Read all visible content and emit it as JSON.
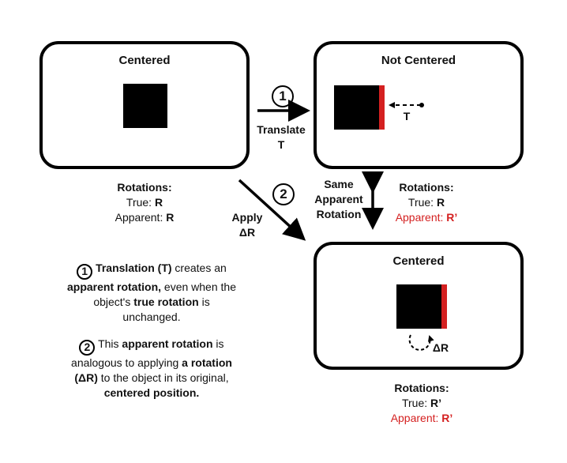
{
  "panels": {
    "top_left": {
      "title": "Centered"
    },
    "top_right": {
      "title": "Not Centered",
      "offset_label": "T"
    },
    "bottom_right": {
      "title": "Centered",
      "rotation_label": "ΔR"
    }
  },
  "captions": {
    "top_left": {
      "heading": "Rotations:",
      "true_prefix": "True: ",
      "true_value": "R",
      "apparent_prefix": "Apparent: ",
      "apparent_value": "R"
    },
    "top_right": {
      "heading": "Rotations:",
      "true_prefix": "True: ",
      "true_value": "R",
      "apparent_prefix": "Apparent: ",
      "apparent_value": "R’"
    },
    "bottom_right": {
      "heading": "Rotations:",
      "true_prefix": "True: ",
      "true_value": "R’",
      "apparent_prefix": "Apparent: ",
      "apparent_value": "R’"
    }
  },
  "arrows": {
    "translate": {
      "step": "1",
      "line1": "Translate",
      "line2": "T"
    },
    "apply": {
      "step": "2",
      "line1": "Apply",
      "line2": "ΔR"
    },
    "same": {
      "line1": "Same",
      "line2": "Apparent",
      "line3": "Rotation"
    }
  },
  "notes": {
    "note1": {
      "step": "1",
      "p1": "Translation (T)",
      "p2": " creates an",
      "p3": "apparent rotation,",
      "p4": " even when the",
      "p5": "object's ",
      "p6": "true rotation",
      "p7": " is",
      "p8": "unchanged."
    },
    "note2": {
      "step": "2",
      "p1": "This ",
      "p2": "apparent rotation",
      "p3": " is",
      "p4": "analogous to applying ",
      "p5": "a rotation",
      "p6": "(ΔR)",
      "p7": " to the object in its original,",
      "p8": "centered position."
    }
  },
  "colors": {
    "accent_red": "#d42020",
    "stroke": "#000000"
  }
}
